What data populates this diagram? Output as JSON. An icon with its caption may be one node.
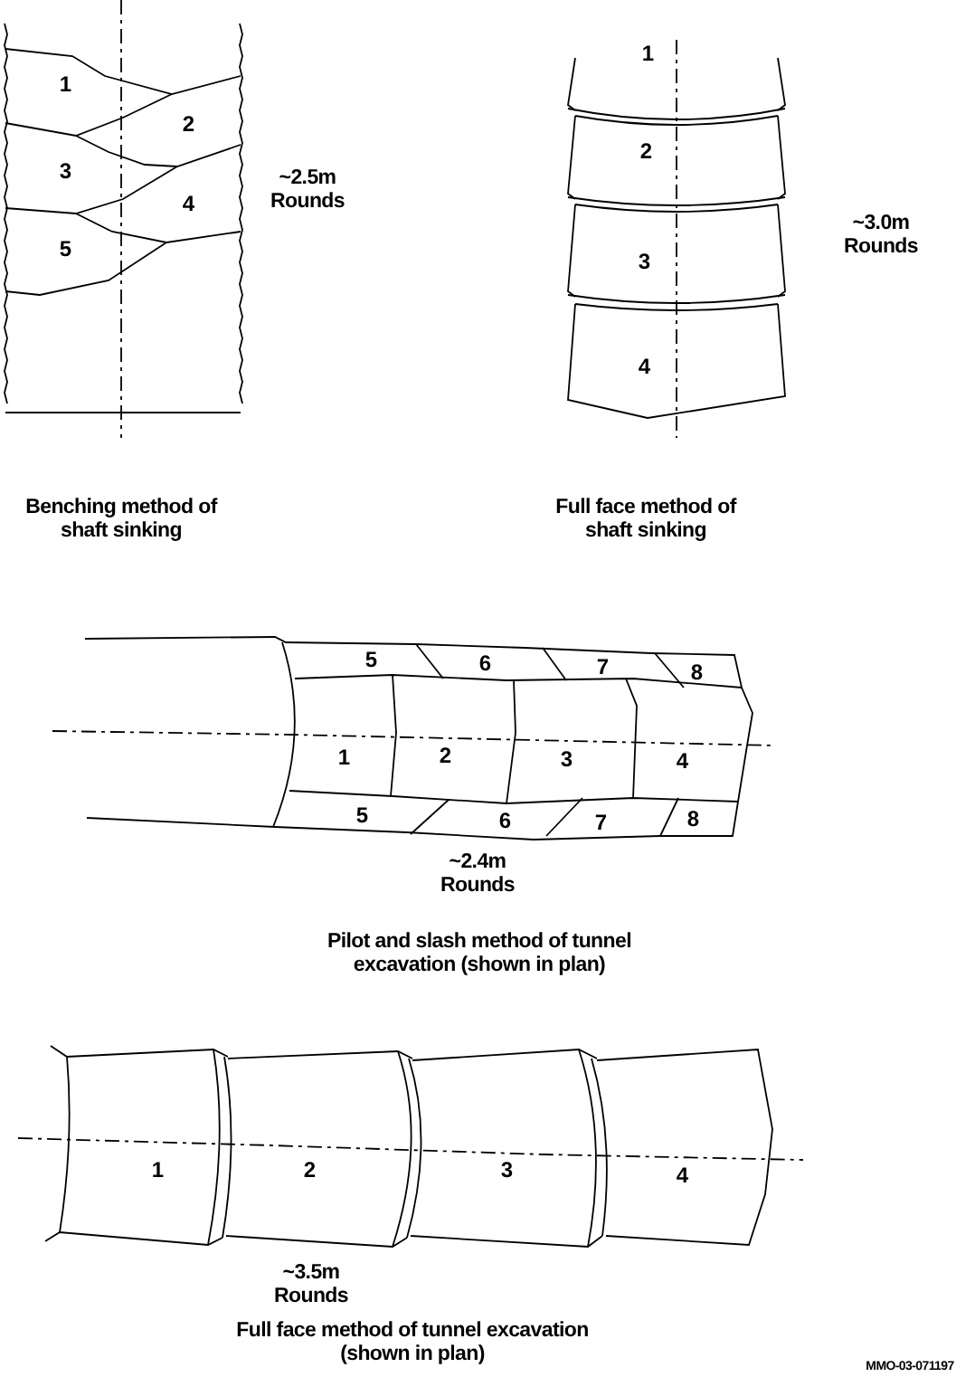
{
  "diagram": {
    "labels": [
      "1",
      "2",
      "3",
      "4",
      "5",
      "~2.5m Rounds",
      "1",
      "2",
      "3",
      "4",
      "~3.0m Rounds",
      "Benching method of shaft sinking",
      "Full face method of shaft sinking",
      "5",
      "6",
      "7",
      "8",
      "1",
      "2",
      "3",
      "4",
      "5",
      "6",
      "7",
      "8",
      "~2.4m Rounds",
      "Pilot and slash method of tunnel excavation (shown in plan)",
      "1",
      "2",
      "3",
      "4",
      "~3.5m Rounds",
      "Full face method of tunnel excavation (shown in plan)",
      "MMO-03-071197"
    ]
  }
}
